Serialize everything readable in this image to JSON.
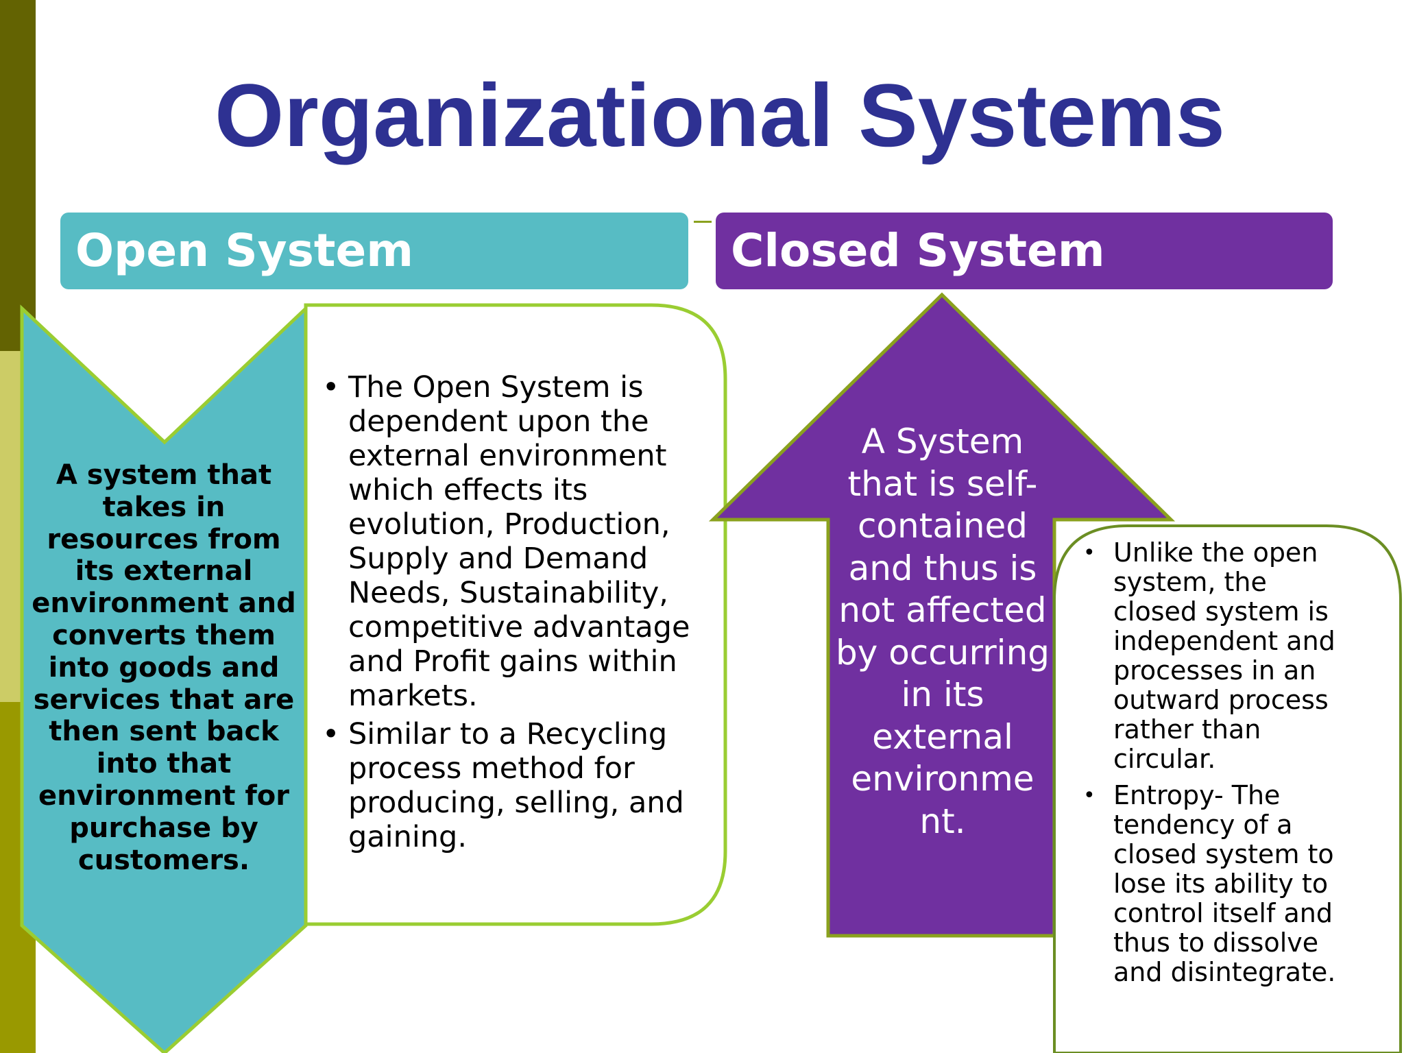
{
  "slide": {
    "title": "Organizational Systems"
  },
  "open_system": {
    "header": "Open System",
    "definition": "A system that takes in resources from its external environment and converts them into goods and services that are then sent back into that environment for purchase by customers.",
    "bullets": [
      "The Open System is dependent upon the external environment which effects its evolution, Production, Supply and Demand Needs, Sustainability, competitive advantage and Profit gains within markets.",
      "Similar to a Recycling process method for producing, selling, and gaining."
    ]
  },
  "closed_system": {
    "header": "Closed System",
    "definition": "A System that is self-contained and thus is not affected by occurring in its external environme nt.",
    "bullets": [
      "Unlike the open system, the closed system is independent and processes in an outward process rather than circular.",
      " Entropy- The tendency of a closed system to lose its ability to control itself and thus to dissolve and disintegrate."
    ]
  },
  "colors": {
    "title": "#2e3192",
    "open_teal": "#57bcc4",
    "closed_purple": "#7030a0",
    "outline_green": "#8aa11e",
    "accent_dark_olive": "#636302",
    "accent_light_olive": "#cccc66",
    "accent_olive": "#999900"
  }
}
